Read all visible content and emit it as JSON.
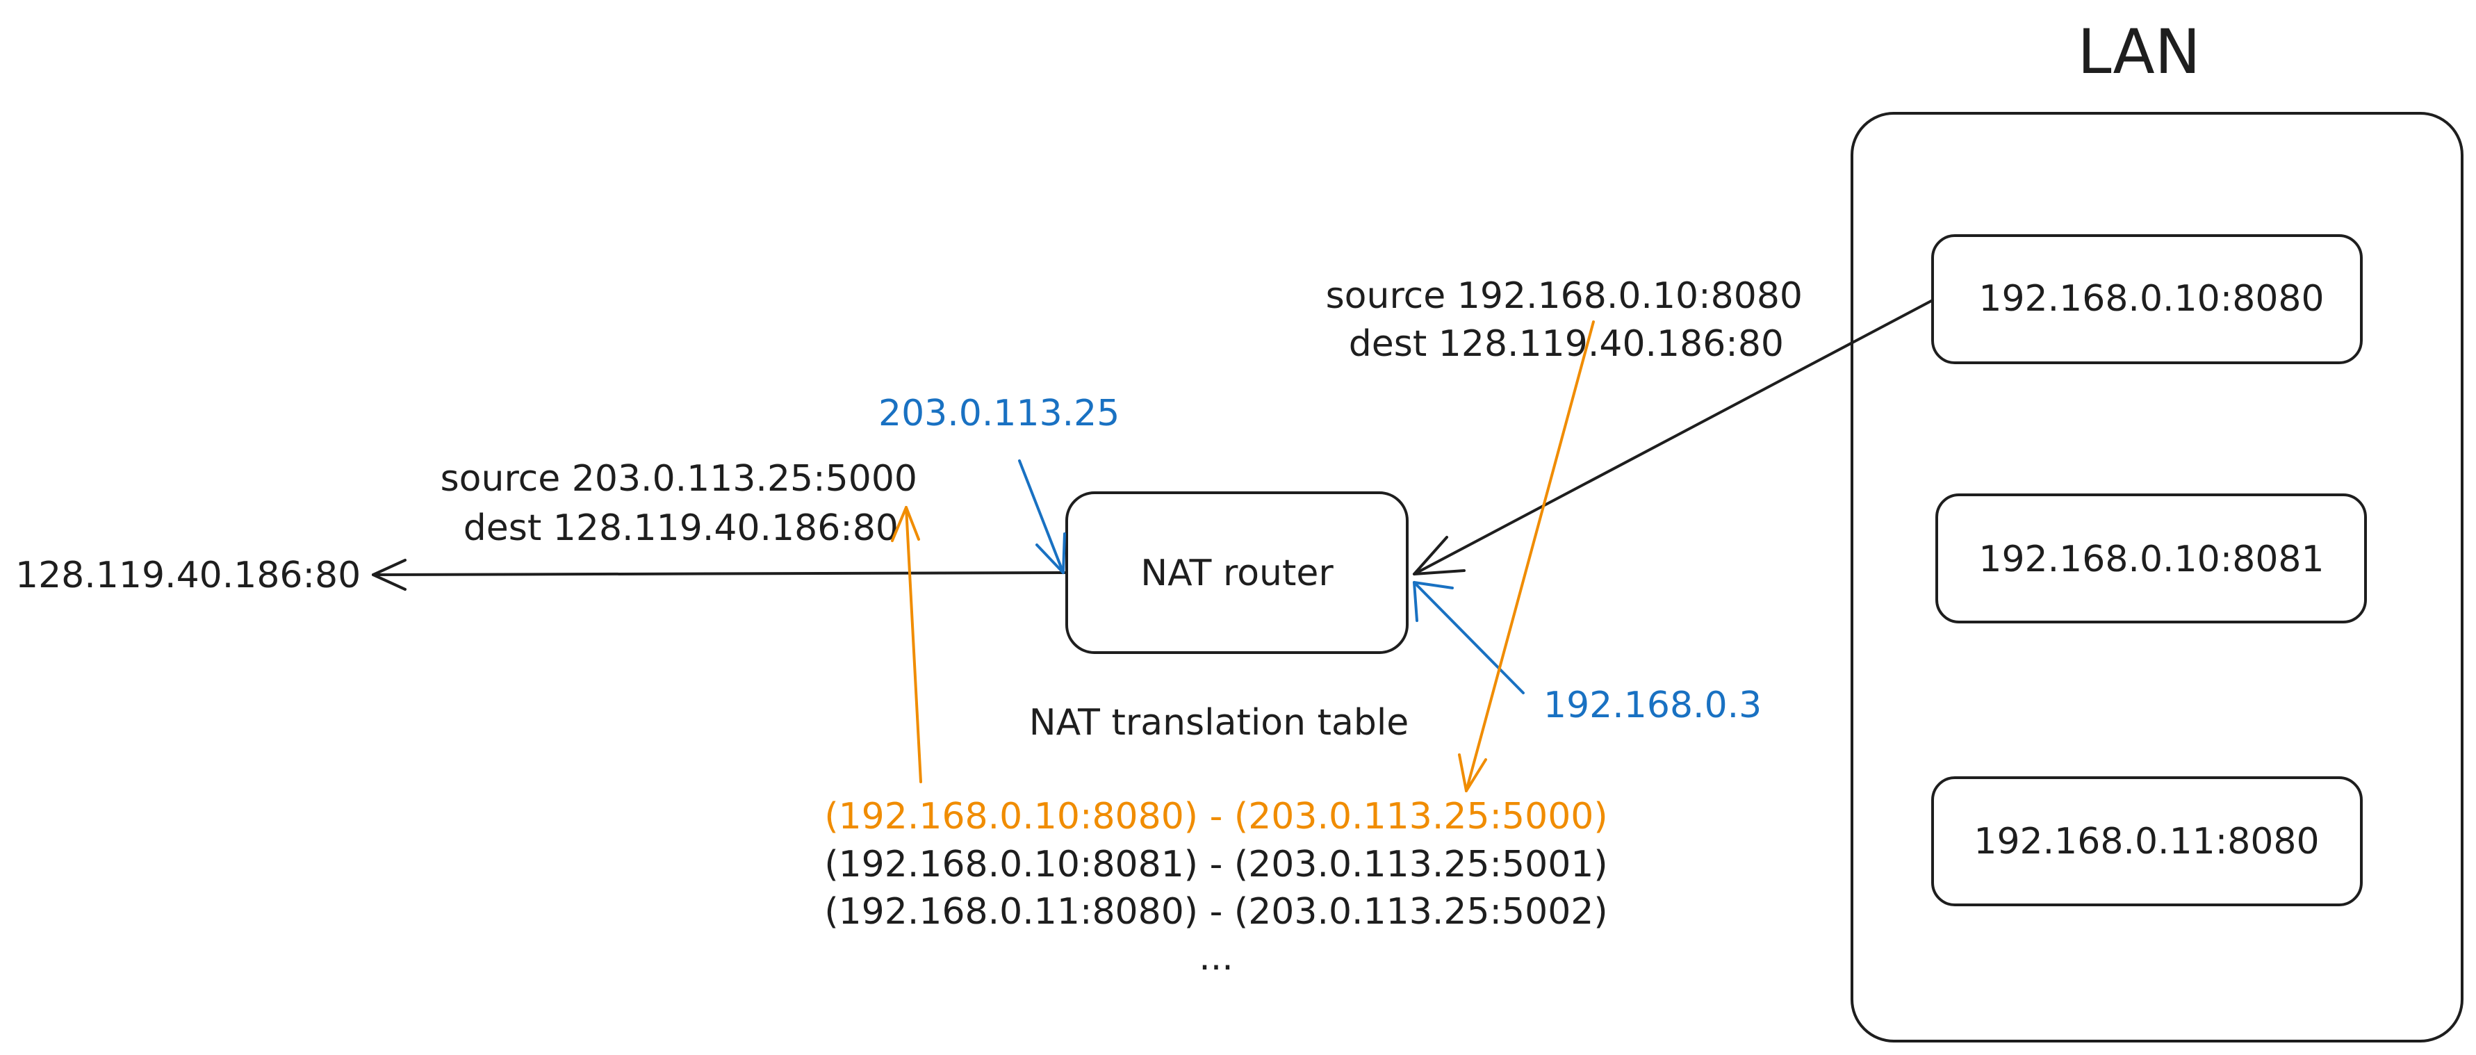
{
  "colors": {
    "line": "#1e1e1e",
    "text": "#1e1e1e",
    "ip_label": "#1971c2",
    "highlight": "#f08c00",
    "background": "#ffffff"
  },
  "lan": {
    "title": "LAN",
    "hosts": [
      {
        "label": "192.168.0.10:8080"
      },
      {
        "label": "192.168.0.10:8081"
      },
      {
        "label": "192.168.0.11:8080"
      }
    ]
  },
  "router": {
    "label": "NAT router",
    "public_ip": "203.0.113.25",
    "private_ip": "192.168.0.3"
  },
  "external_host": {
    "label": "128.119.40.186:80"
  },
  "outbound_packet": {
    "source": "source 203.0.113.25:5000",
    "dest": "dest 128.119.40.186:80"
  },
  "inbound_packet": {
    "source": "source 192.168.0.10:8080",
    "dest": "dest 128.119.40.186:80"
  },
  "nat_table": {
    "title": "NAT translation table",
    "rows": [
      {
        "text": "(192.168.0.10:8080) - (203.0.113.25:5000)",
        "highlighted": true
      },
      {
        "text": "(192.168.0.10:8081) - (203.0.113.25:5001)",
        "highlighted": false
      },
      {
        "text": "(192.168.0.11:8080) - (203.0.113.25:5002)",
        "highlighted": false
      }
    ],
    "more": "..."
  }
}
